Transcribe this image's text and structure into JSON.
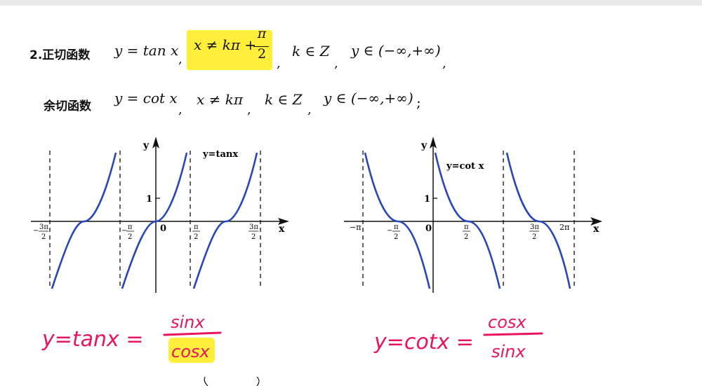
{
  "tangent": {
    "label": "2.正切函数",
    "func": "y = tan x",
    "cond_x": "x ≠ kπ +",
    "cond_num": "π",
    "cond_den": "2",
    "k": "k ∈ Z",
    "range": "y ∈ (−∞,+∞)",
    "sep": ","
  },
  "cotangent": {
    "label": "余切函数",
    "func": "y = cot x",
    "cond": "x ≠ kπ",
    "k": "k ∈ Z",
    "range": "y ∈ (−∞,+∞)",
    "sep": ",",
    "end": ";"
  },
  "graph_tan": {
    "title": "y=tanx",
    "y_axis": "y",
    "x_axis": "x",
    "one": "1",
    "origin": "0",
    "ticks": [
      {
        "num": "3π",
        "den": "2",
        "sign": "−"
      },
      {
        "num": "π",
        "den": "2",
        "sign": "−"
      },
      {
        "num": "π",
        "den": "2",
        "sign": ""
      },
      {
        "num": "3π",
        "den": "2",
        "sign": ""
      }
    ]
  },
  "graph_cot": {
    "title": "y=cot x",
    "y_axis": "y",
    "x_axis": "x",
    "one": "1",
    "origin": "0",
    "neg_pi": "−π",
    "two_pi": "2π",
    "ticks": [
      {
        "num": "π",
        "den": "2",
        "sign": "−"
      },
      {
        "num": "π",
        "den": "2",
        "sign": ""
      },
      {
        "num": "3π",
        "den": "2",
        "sign": ""
      }
    ]
  },
  "handwriting": {
    "tan_lhs": "y=tanx =",
    "tan_num": "sinx",
    "tan_den": "cosx",
    "cot_lhs": "y=cotx =",
    "cot_num": "cosx",
    "cot_den": "sinx",
    "color": "#e8155e",
    "highlight": "#ffef3a",
    "curve_color": "#2746b8"
  }
}
